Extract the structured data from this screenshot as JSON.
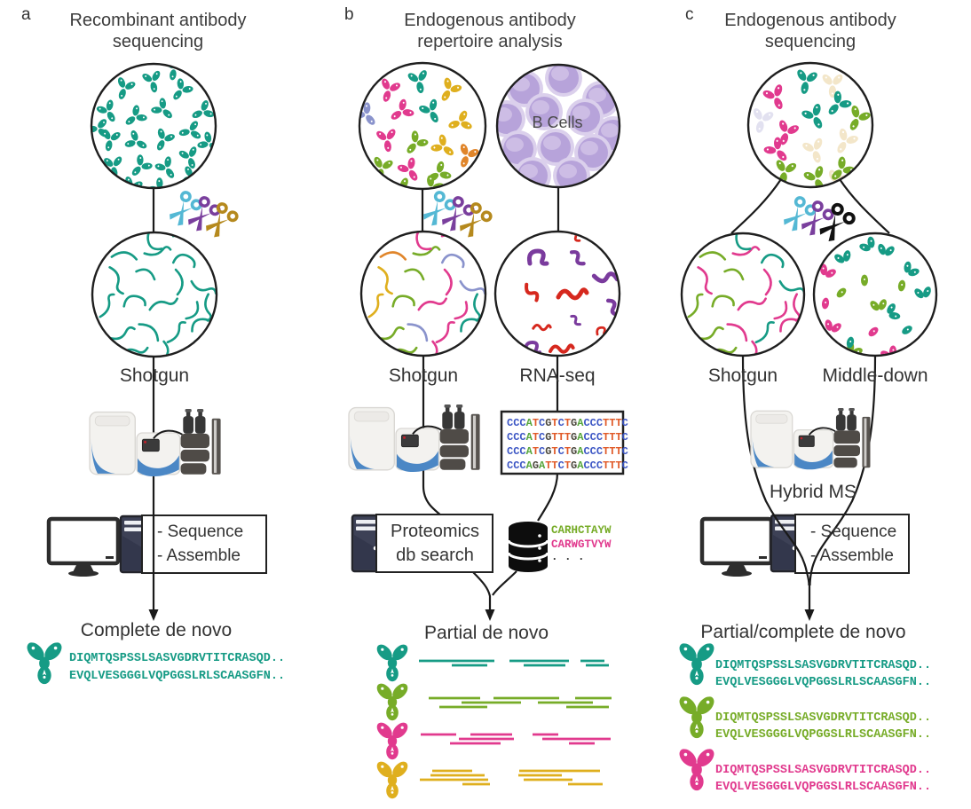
{
  "palette": {
    "teal": "#169b85",
    "green": "#77ac28",
    "pink": "#e13a8e",
    "gold": "#dfaf1e",
    "orange": "#e0852a",
    "periwinkle": "#8a93cc",
    "scissor_cyan": "#54b8d4",
    "scissor_purple": "#7a3f9d",
    "scissor_gold": "#b5891d",
    "scissor_black": "#111111",
    "rna_red": "#d6281e",
    "rna_purple": "#7a3b9d",
    "bcell_outer": "#dbd0ec",
    "bcell_inner": "#b7a3da",
    "faded_tan": "#f3e6c9",
    "faded_lavender": "#e2e1f0",
    "ms_blue": "#4b87c5",
    "dna": {
      "C": "#3b55c4",
      "A": "#55a53a",
      "T": "#e05a28",
      "G": "#4b473c"
    }
  },
  "panels": {
    "a": {
      "label": "a",
      "title_line1": "Recombinant antibody",
      "title_line2": "sequencing",
      "shotgun_label": "Shotgun",
      "box_lines": [
        "- Sequence",
        "- Assemble"
      ],
      "result_title": "Complete de novo",
      "sequences": [
        "DIQMTQSPSSLSASVGDRVTITCRASQD..",
        "EVQLVESGGGLVQPGGSLRLSCAASGFN.."
      ]
    },
    "b": {
      "label": "b",
      "title_line1": "Endogenous antibody",
      "title_line2": "repertoire analysis",
      "bcells_label": "B Cells",
      "shotgun_label": "Shotgun",
      "rnaseq_label": "RNA-seq",
      "dna_lines": [
        "CCCATCGTCTGACCCTTTC",
        "CCCATCGTTTGACCCTTTC",
        "CCCATCGTCTGACCCTTTC",
        "CCCAGATTCTGACCCTTTC"
      ],
      "box_lines": [
        "Proteomics",
        "db search"
      ],
      "db_sequences": [
        "CARHCTAYW",
        "CARWGTVYW"
      ],
      "db_ellipsis": ". . .",
      "result_title": "Partial de novo"
    },
    "c": {
      "label": "c",
      "title_line1": "Endogenous antibody",
      "title_line2": "sequencing",
      "shotgun_label": "Shotgun",
      "middledown_label": "Middle-down",
      "hybrid_label": "Hybrid MS",
      "box_lines": [
        "- Sequence",
        "- Assemble"
      ],
      "result_title": "Partial/complete de novo",
      "sequences": [
        "DIQMTQSPSSLSASVGDRVTITCRASQD..",
        "EVQLVESGGGLVQPGGSLRLSCAASGFN.."
      ]
    }
  }
}
